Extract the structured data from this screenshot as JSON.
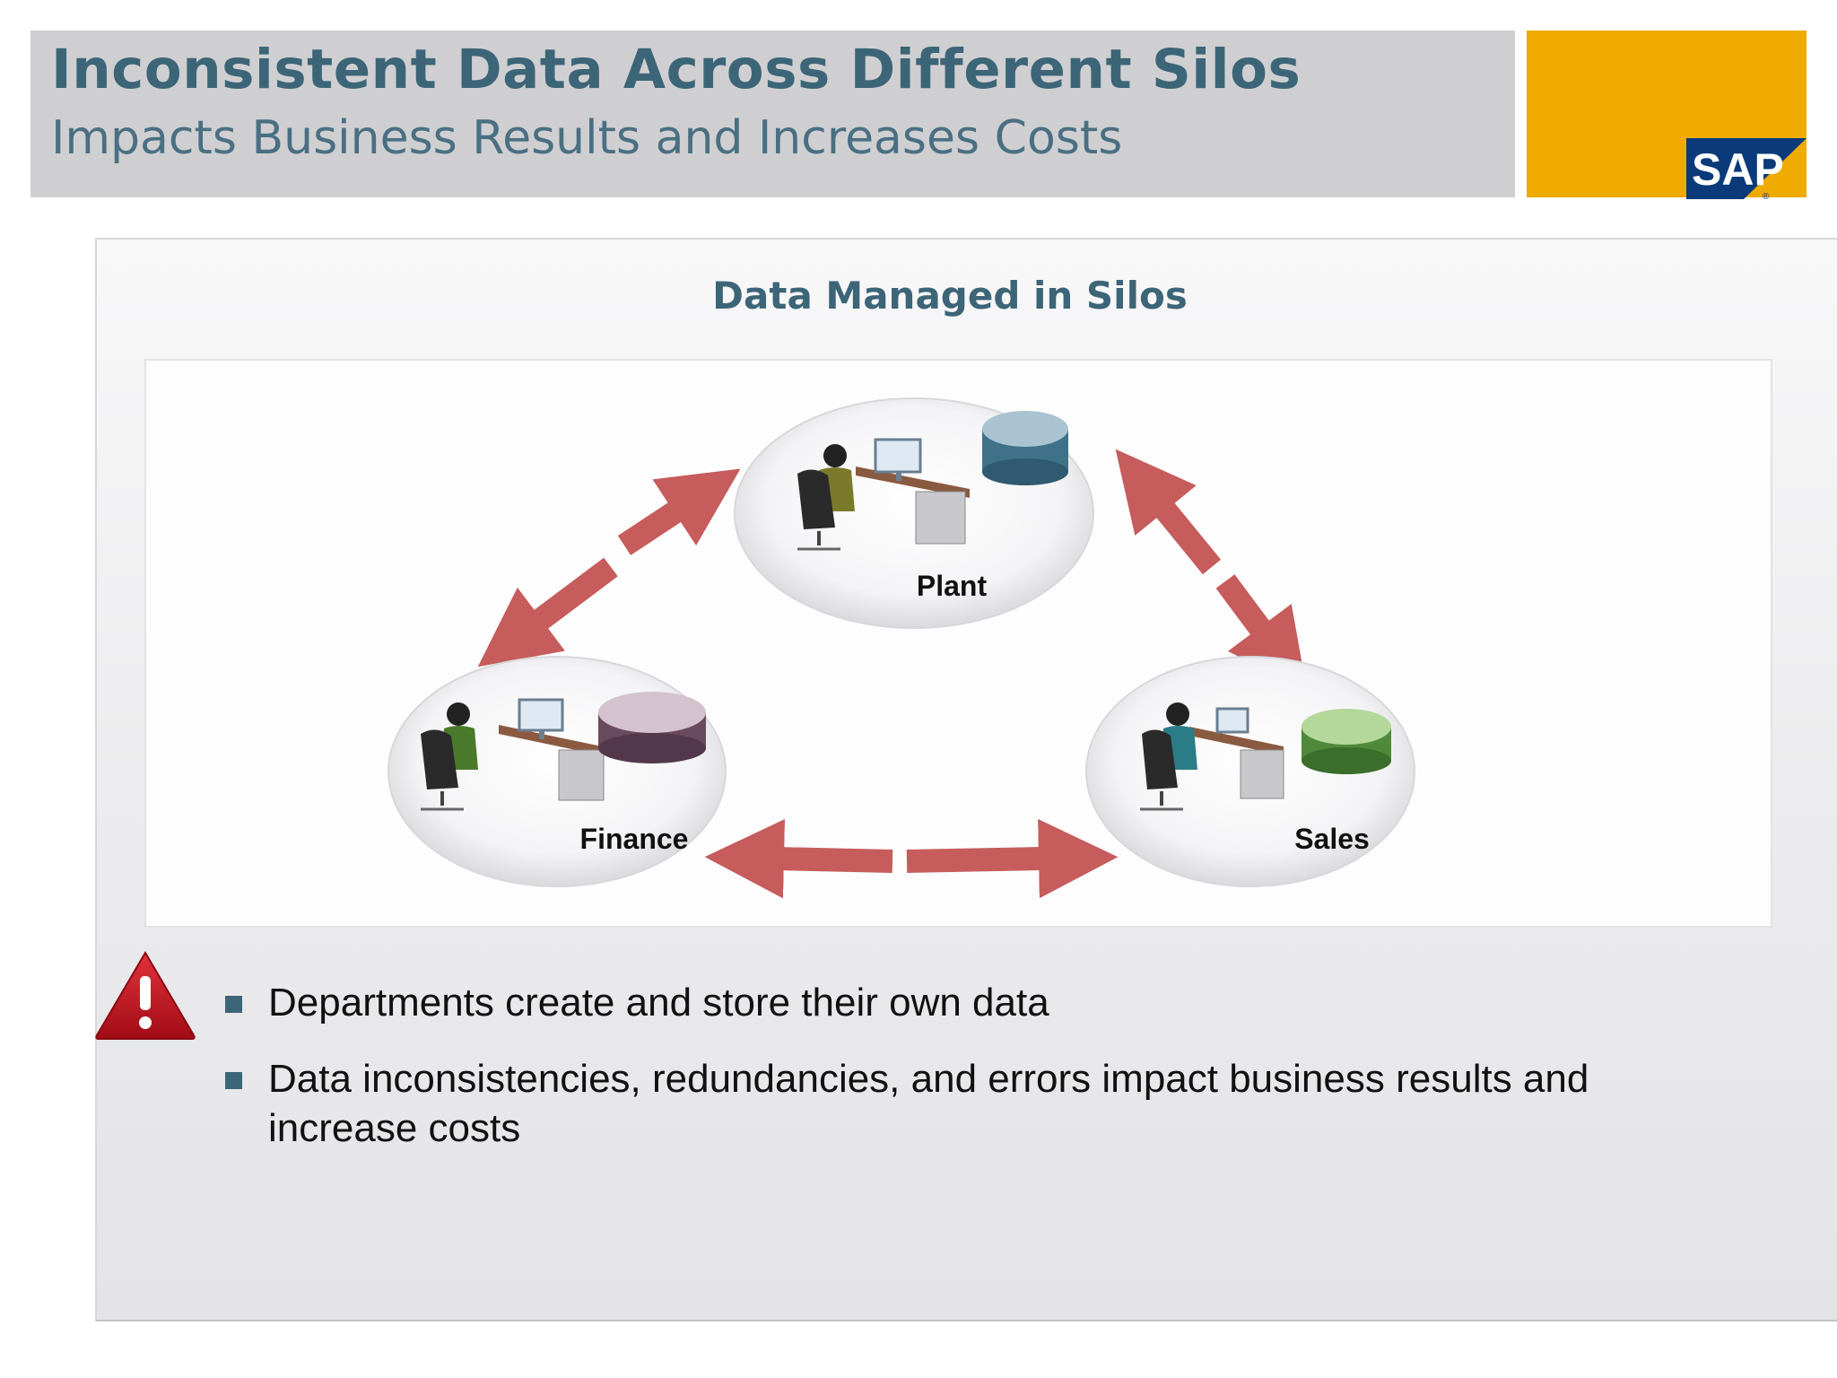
{
  "header": {
    "title": "Inconsistent Data Across Different Silos",
    "subtitle": "Impacts Business Results and Increases Costs"
  },
  "logo": {
    "text": "SAP",
    "color": "#f0ab00"
  },
  "diagram": {
    "title": "Data Managed in Silos",
    "nodes": [
      {
        "label": "Plant",
        "db_color": "#3f7189"
      },
      {
        "label": "Finance",
        "db_color": "#6a4a5f"
      },
      {
        "label": "Sales",
        "db_color": "#4e8a3a"
      }
    ],
    "arrow_color": "#c65c5c"
  },
  "bullets": [
    "Departments create and store their own data",
    "Data inconsistencies, redundancies, and errors impact business results and increase costs"
  ],
  "colors": {
    "accent": "#3d6578",
    "warning": "#c8102e"
  }
}
